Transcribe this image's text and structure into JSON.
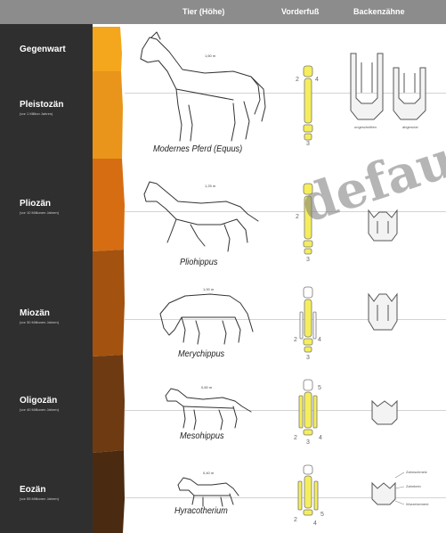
{
  "header": {
    "col_animal": "Tier (Höhe)",
    "col_foot": "Vorderfuß",
    "col_teeth": "Backenzähne"
  },
  "eras": [
    {
      "name": "Gegenwart",
      "sub": ""
    },
    {
      "name": "Pleistozän",
      "sub": "(vor 1 Million Jahren)"
    },
    {
      "name": "Pliozän",
      "sub": "(vor 10 Millionen Jahren)"
    },
    {
      "name": "Miozän",
      "sub": "(vor 30 Millionen Jahren)"
    },
    {
      "name": "Oligozän",
      "sub": "(vor 40 Millionen Jahren)"
    },
    {
      "name": "Eozän",
      "sub": "(vor 55 Millionen Jahren)"
    }
  ],
  "animals": [
    {
      "name": "Modernes Pferd (Equus)",
      "height": "1,60 m"
    },
    {
      "name": "Pliohippus",
      "height": "1,25 m"
    },
    {
      "name": "Merychippus",
      "height": "1,00 m"
    },
    {
      "name": "Mesohippus",
      "height": "0,60 m"
    },
    {
      "name": "Hyracotherium",
      "height": "0,40 m"
    }
  ],
  "tooth_labels": {
    "equus_left": "ungeschnitten",
    "equus_right": "abgenutzt",
    "hyraco_1": "Zahnschmelz",
    "hyraco_2": "Zahnbein",
    "hyraco_3": "Wurzelzement"
  },
  "toe_digits": {
    "equus": [
      "2",
      "4",
      "3"
    ],
    "pliohippus": [
      "2",
      "3"
    ],
    "merychippus": [
      "2",
      "4",
      "3"
    ],
    "mesohippus": [
      "5",
      "2",
      "4",
      "3"
    ],
    "hyracotherium": [
      "5",
      "2",
      "4"
    ]
  },
  "watermark": "defau",
  "colors": {
    "header_bg": "#8c8c8c",
    "era_bg": "#2f2f2f",
    "bone_yellow": "#f5ee5c",
    "strata_top": "#f4a21a",
    "strata_bottom": "#4a2a10"
  }
}
